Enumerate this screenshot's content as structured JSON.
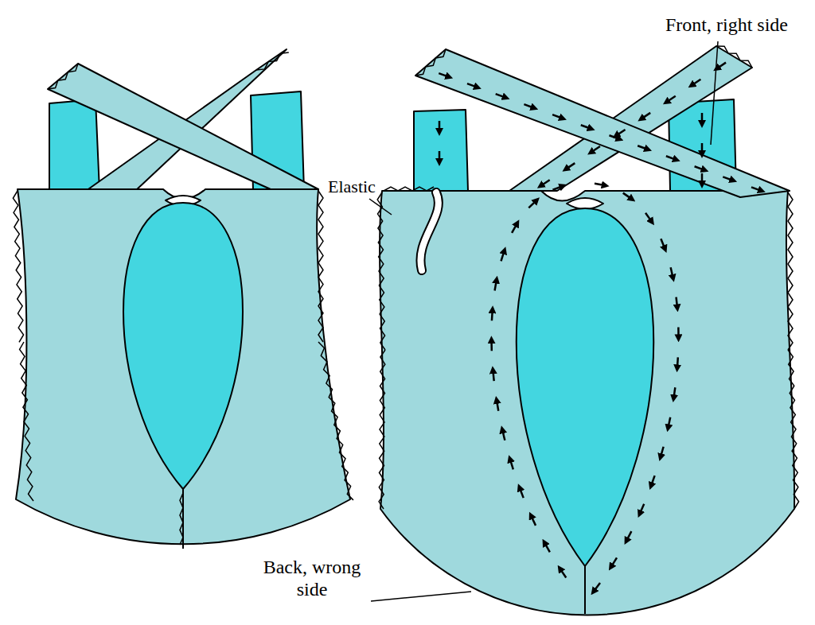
{
  "diagram": {
    "labels": [
      "Front, right side",
      "Elastic",
      "Back, wrong side"
    ]
  }
}
